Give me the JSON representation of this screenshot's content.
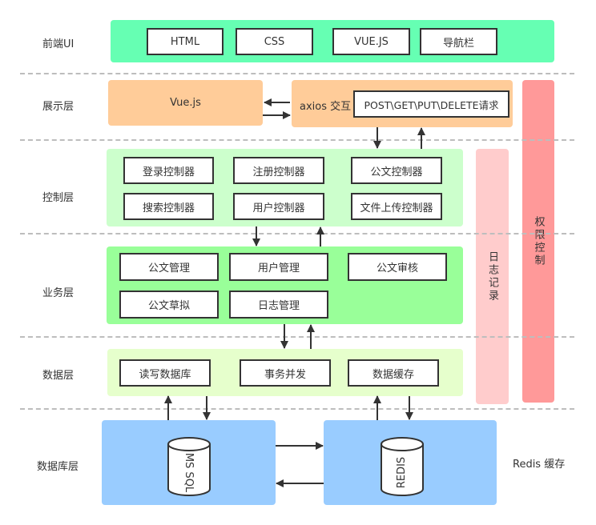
{
  "layers": {
    "frontend": "前端UI",
    "presentation": "展示层",
    "control": "控制层",
    "business": "业务层",
    "data": "数据层",
    "database": "数据库层"
  },
  "frontend": {
    "items": [
      "HTML",
      "CSS",
      "VUE.JS",
      "导航栏"
    ]
  },
  "presentation": {
    "vue": "Vue.js",
    "axios": "axios 交互",
    "requests": "POST\\GET\\PUT\\DELETE请求"
  },
  "control": {
    "items": [
      "登录控制器",
      "注册控制器",
      "公文控制器",
      "搜索控制器",
      "用户控制器",
      "文件上传控制器"
    ]
  },
  "business": {
    "items": [
      "公文管理",
      "用户管理",
      "公文审核",
      "公文草拟",
      "日志管理"
    ]
  },
  "data": {
    "items": [
      "读写数据库",
      "事务并发",
      "数据缓存"
    ]
  },
  "database": {
    "mssql": "MS SQL",
    "redis": "REDIS",
    "redis_label": "Redis 缓存"
  },
  "side": {
    "logging": "日志记录",
    "permission": "权限控制"
  },
  "colors": {
    "frontend": "#66ffb3",
    "presentation": "#ffcc99",
    "control": "#ccffcc",
    "business": "#99ff99",
    "data": "#e6ffcc",
    "database": "#99ccff",
    "logging": "#ffcccc",
    "permission": "#ff9999"
  }
}
